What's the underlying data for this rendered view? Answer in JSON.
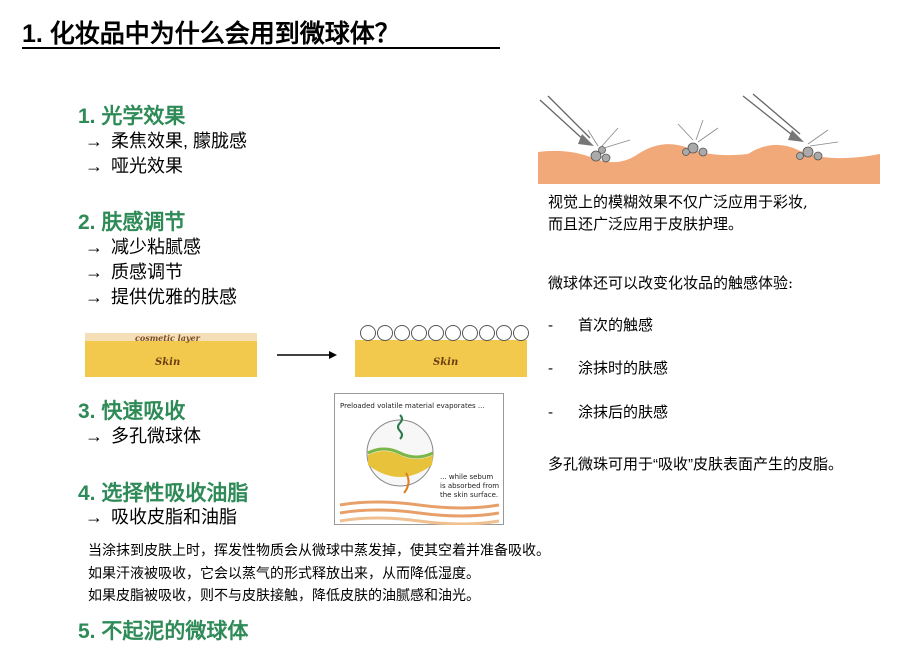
{
  "title": "1. 化妆品中为什么会用到微球体？",
  "sections": [
    {
      "heading": "1.  光学效果",
      "items": [
        "柔焦效果, 朦胧感",
        "哑光效果"
      ]
    },
    {
      "heading": "2. 肤感调节",
      "items": [
        "减少粘腻感",
        "质感调节",
        "提供优雅的肤感"
      ]
    },
    {
      "heading": "3. 快速吸收",
      "items": [
        "多孔微球体"
      ]
    },
    {
      "heading": "4. 选择性吸收油脂",
      "items": [
        "吸收皮脂和油脂"
      ]
    },
    {
      "heading": "5. 不起泥的微球体",
      "items": []
    }
  ],
  "arrow_glyph": "→",
  "skin_diagram": {
    "layer_label": "cosmetic layer",
    "skin_label": "Skin"
  },
  "absorption_figure": {
    "top_text": "Preloaded volatile material evaporates ...",
    "bottom_text": [
      "... while sebum",
      "is absorbed from",
      "the skin surface."
    ]
  },
  "right_text": {
    "optical": [
      "视觉上的模糊效果不仅广泛应用于彩妆,",
      "而且还广泛应用于皮肤护理。"
    ],
    "feel_intro": "微球体还可以改变化妆品的触感体验:",
    "feel_items": [
      "首次的触感",
      "涂抹时的肤感",
      "涂抹后的肤感"
    ],
    "dash": "-",
    "porous": "多孔微珠可用于“吸收”皮肤表面产生的皮脂。"
  },
  "bottom_text": [
    "当涂抹到皮肤上时，挥发性物质会从微球中蒸发掉，使其空着并准备吸收。",
    "如果汗液被吸收，它会以蒸气的形式释放出来，从而降低湿度。",
    "如果皮脂被吸收，则不与皮肤接触，降低皮肤的油腻感和油光。"
  ],
  "colors": {
    "heading": "#2e8b57",
    "skin": "#f2c94c",
    "skin_top": "#f4a97a"
  }
}
